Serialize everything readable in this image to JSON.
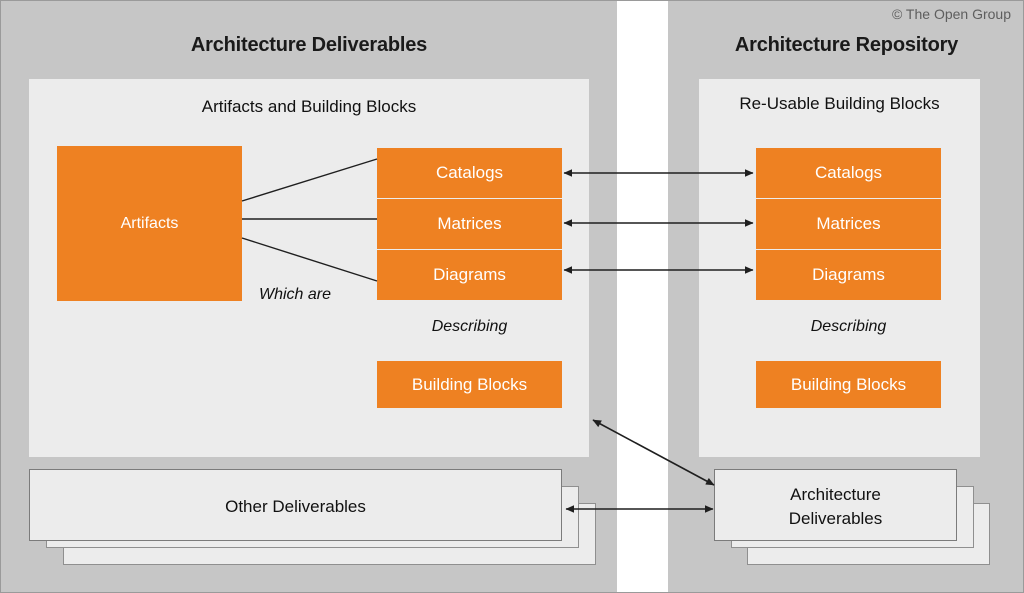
{
  "copyright": "© The Open Group",
  "left": {
    "title": "Architecture Deliverables",
    "inner_heading": "Artifacts and Building Blocks",
    "artifacts_label": "Artifacts",
    "artifact_types": [
      {
        "label": "Catalogs"
      },
      {
        "label": "Matrices"
      },
      {
        "label": "Diagrams"
      }
    ],
    "which_are_label": "Which are",
    "describing_label": "Describing",
    "building_blocks_label": "Building Blocks",
    "other_deliverables_label": "Other Deliverables"
  },
  "right": {
    "title": "Architecture Repository",
    "inner_heading": "Re-Usable Building Blocks",
    "artifact_types": [
      {
        "label": "Catalogs"
      },
      {
        "label": "Matrices"
      },
      {
        "label": "Diagrams"
      }
    ],
    "describing_label": "Describing",
    "building_blocks_label": "Building Blocks",
    "architecture_deliverables_label": "Architecture\nDeliverables"
  },
  "colors": {
    "accent_orange": "#ee8122",
    "panel_gray": "#c6c6c6",
    "inner_gray": "#ececec",
    "line_dark": "#1f1f1f"
  }
}
